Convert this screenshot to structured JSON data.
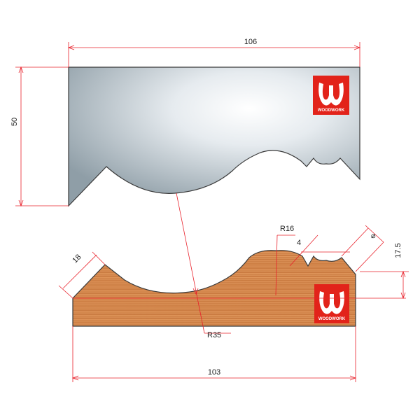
{
  "colors": {
    "dimension_line": "#e8202a",
    "outline": "#3a3a3a",
    "logo_red": "#e2231a",
    "wood_base": "#d58a52",
    "knife_light": "#f4f6f8",
    "knife_dark": "#8c9aa3"
  },
  "knife": {
    "dimensions": {
      "width": "106",
      "height": "50"
    },
    "logo": {
      "letter": "W",
      "brand": "WOODWORK",
      "icon": "woodwork-logo-icon"
    }
  },
  "profile": {
    "dimensions": {
      "width": "103",
      "chamfer": "18",
      "small_radius": "4",
      "radius_large": "R16",
      "radius_cove": "R35",
      "height": "17.5",
      "diameter_symbol": "⌀"
    },
    "logo": {
      "letter": "W",
      "brand": "WOODWORK",
      "icon": "woodwork-logo-icon"
    }
  }
}
